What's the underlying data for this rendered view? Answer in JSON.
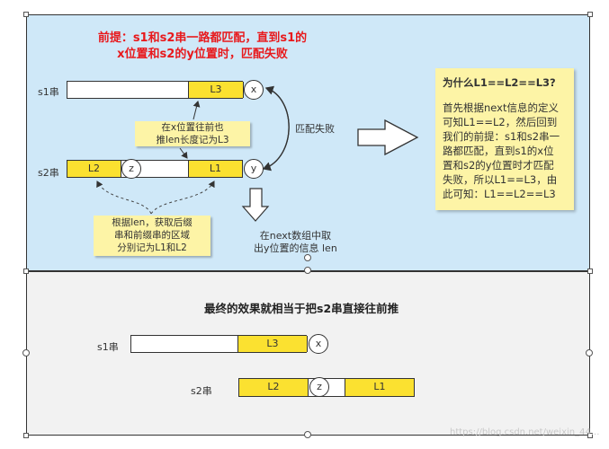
{
  "top": {
    "title_line1": "前提：s1和s2串一路都匹配，直到s1的",
    "title_line2": "x位置和s2的y位置时，匹配失败",
    "s1_label": "s1串",
    "s2_label": "s2串",
    "seg_L3": "L3",
    "seg_L2": "L2",
    "seg_L1": "L1",
    "circle_x": "x",
    "circle_y": "y",
    "circle_z": "z",
    "note_push_line1": "在x位置往前也",
    "note_push_line2": "推len长度记为L3",
    "mismatch_label": "匹配失败",
    "note_len_line1": "根据len，获取后缀",
    "note_len_line2": "串和前缀串的区域",
    "note_len_line3": "分别记为L1和L2",
    "next_line1": "在next数组中取",
    "next_line2": "出y位置的信息 len",
    "why_title": "为什么L1==L2==L3?",
    "why_line1": "首先根据next信息的定义",
    "why_line2": "可知L1==L2，然后回到",
    "why_line3": "我们的前提：s1和s2串一",
    "why_line4": "路都匹配，直到s1的x位",
    "why_line5": "置和s2的y位置时才匹配",
    "why_line6": "失败，所以L1==L3，由",
    "why_line7": "此可知：L1==L2==L3"
  },
  "bottom": {
    "title": "最终的效果就相当于把s2串直接往前推",
    "s1_label": "s1串",
    "s2_label": "s2串",
    "seg_L3": "L3",
    "seg_L2": "L2",
    "seg_L1": "L1",
    "circle_x": "x",
    "circle_z": "z"
  },
  "watermark": "https://blog.csdn.net/weixin_44..."
}
